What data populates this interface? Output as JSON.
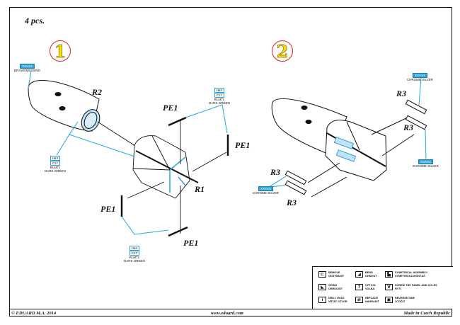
{
  "header": {
    "quantity": "4 pcs."
  },
  "steps": [
    {
      "number": "1",
      "parts": {
        "r2": "R2",
        "r1": "R1",
        "pe1_top": "PE1",
        "pe1_right": "PE1",
        "pe1_left": "PE1",
        "pe1_bottom": "PE1"
      },
      "callouts": [
        {
          "code": "XXXXX",
          "name": "BRASS/MESSING"
        },
        {
          "code_top": "H64",
          "code_bottom": "C17",
          "sub": "RLM71",
          "name": "DARK GREEN"
        },
        {
          "code_top": "H64",
          "code_bottom": "C17",
          "sub": "RLM71",
          "name": "DARK GREEN"
        },
        {
          "code_top": "H64",
          "code_bottom": "C17",
          "sub": "RLM71",
          "name": "DARK GREEN"
        }
      ]
    },
    {
      "number": "2",
      "parts": {
        "r3_a": "R3",
        "r3_b": "R3",
        "r3_c": "R3",
        "r3_d": "R3"
      },
      "callouts": [
        {
          "code": "XXXXX",
          "name": "CHROME SILVER"
        },
        {
          "code": "XXXXX",
          "name": "CHROME SILVER"
        },
        {
          "code": "XXXXX",
          "name": "CHROME SILVER"
        }
      ]
    }
  ],
  "legend": {
    "items": [
      {
        "icon": "remove-icon",
        "glyph": "⊏",
        "text": [
          "REMOVE",
          "ODSTRANIT"
        ]
      },
      {
        "icon": "bend-icon",
        "glyph": "◢",
        "text": [
          "BEND",
          "OHNOUT"
        ]
      },
      {
        "icon": "symmetrical-icon",
        "glyph": "▙",
        "text": [
          "SYMETRICAL ASSEMBLY",
          "SYMETRICKÁ MONTÁŽ"
        ]
      },
      {
        "icon": "grind-icon",
        "glyph": "◣",
        "text": [
          "GRIND",
          "OBROUSIT"
        ]
      },
      {
        "icon": "option-icon",
        "glyph": "?",
        "text": [
          "OPTION",
          "VOLBA"
        ]
      },
      {
        "icon": "screw-icon",
        "glyph": "V",
        "text": [
          "SCREW THE PANEL AND HOLES",
          "RYTÍ"
        ]
      },
      {
        "icon": "drill-icon",
        "glyph": "⁞",
        "text": [
          "DRILL HOLE",
          "VRTAT OTVOR"
        ]
      },
      {
        "icon": "replace-icon",
        "glyph": "⇄",
        "text": [
          "REPLACE",
          "NAHRADIT"
        ]
      },
      {
        "icon": "reverse-side-icon",
        "glyph": "▣",
        "text": [
          "REVERSE SIDE",
          "OTOČIT"
        ]
      }
    ]
  },
  "footer": {
    "copyright": "© EDUARD M.A. 2014",
    "website": "www.eduard.com",
    "made_in": "Made in Czech Republic"
  },
  "colors": {
    "callout_blue": "#29a3d9",
    "step_circle": "#dd2222",
    "step_number": "#f5e000",
    "paint_fill": "#bfe2f5"
  }
}
